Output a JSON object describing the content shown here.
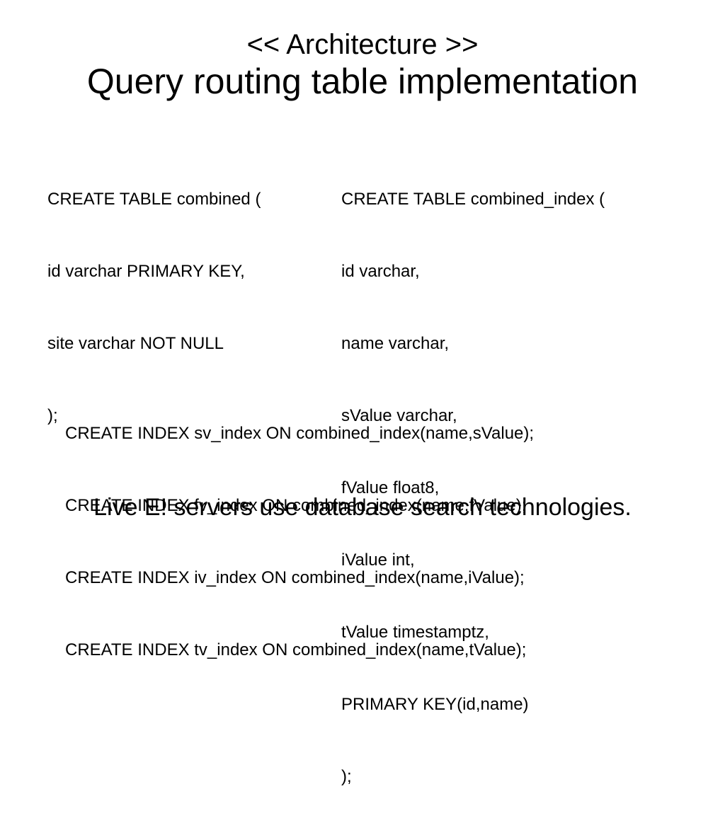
{
  "title": {
    "line1": "<< Architecture >>",
    "line2": "Query routing table implementation"
  },
  "left_code": [
    "CREATE TABLE combined (",
    "id varchar PRIMARY KEY,",
    "site varchar NOT NULL",
    ");"
  ],
  "right_code": [
    "CREATE TABLE combined_index (",
    "id varchar,",
    "name varchar,",
    "sValue varchar,",
    "fValue float8,",
    "iValue int,",
    "tValue timestamptz,",
    "PRIMARY KEY(id,name)",
    ");"
  ],
  "index_code": [
    "CREATE INDEX sv_index ON combined_index(name,sValue);",
    "CREATE INDEX fv_index ON combined_index(name,fValue);",
    "CREATE INDEX iv_index ON combined_index(name,iValue);",
    "CREATE INDEX tv_index ON combined_index(name,tValue);"
  ],
  "footer": "Live E! servers use database search technologies."
}
